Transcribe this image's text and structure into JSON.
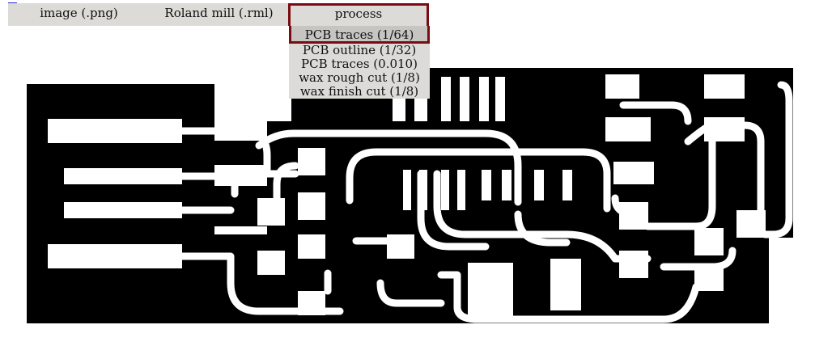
{
  "menu": {
    "items": [
      {
        "label": "image (.png)"
      },
      {
        "label": "Roland mill (.rml)"
      },
      {
        "label": "process"
      }
    ]
  },
  "process_dropdown": {
    "options": [
      {
        "label": "PCB traces (1/64)",
        "selected": true
      },
      {
        "label": "PCB outline (1/32)",
        "selected": false
      },
      {
        "label": "PCB traces (0.010)",
        "selected": false
      },
      {
        "label": "wax rough cut (1/8)",
        "selected": false
      },
      {
        "label": "wax finish cut (1/8)",
        "selected": false
      }
    ]
  },
  "colors": {
    "menu_background": "#dddbd8",
    "selected_outline": "#7a0b12",
    "copper": "#000000",
    "board": "#ffffff"
  }
}
